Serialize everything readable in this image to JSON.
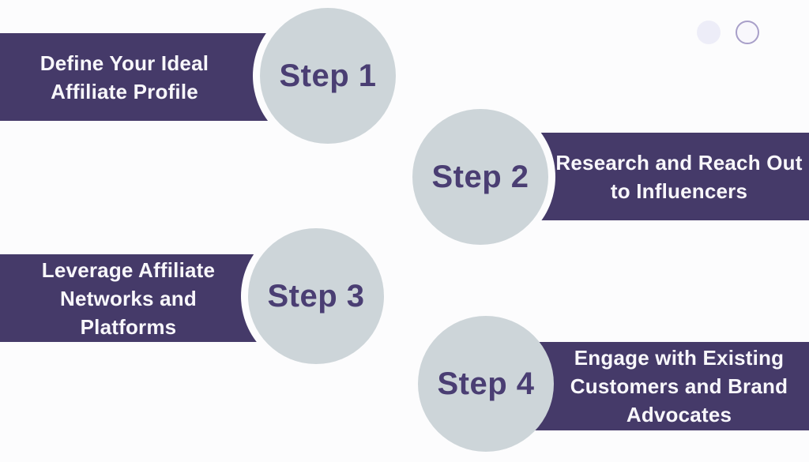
{
  "title": "Affiliate recruitment steps infographic",
  "colors": {
    "background": "#FCFCFD",
    "banner": "#453A69",
    "banner_text": "#F8F7FB",
    "circle_fill": "#CDD5D9",
    "step_text": "#4A3E73",
    "halo": "#FCFCFD",
    "dot_fill": "#EDEDF8",
    "dot_ring": "#A89FC9"
  },
  "steps": [
    {
      "label": "Step 1",
      "title": "Define Your Ideal Affiliate Profile",
      "lines": [
        "Define Your Ideal",
        "Affiliate Profile"
      ]
    },
    {
      "label": "Step 2",
      "title": "Research and Reach Out to Influencers",
      "lines": [
        "Research and Reach Out",
        "to Influencers"
      ]
    },
    {
      "label": "Step 3",
      "title": "Leverage Affiliate Networks and Platforms",
      "lines": [
        "Leverage Affiliate",
        "Networks and",
        "Platforms"
      ]
    },
    {
      "label": "Step 4",
      "title": "Engage with Existing Customers and Brand Advocates",
      "lines": [
        "Engage with Existing",
        "Customers and Brand",
        "Advocates"
      ]
    }
  ]
}
